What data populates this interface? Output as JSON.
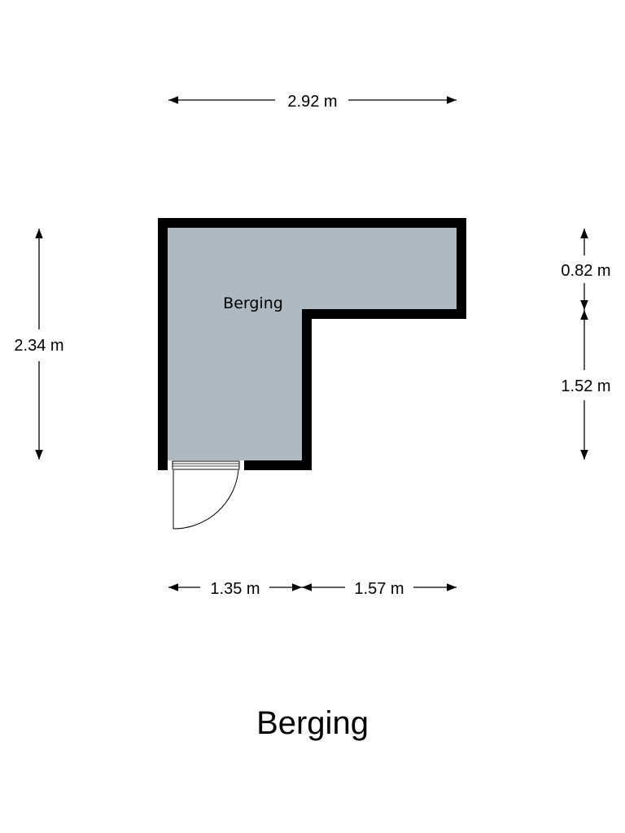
{
  "room": {
    "name": "Berging",
    "fill_color": "#aeb9c1",
    "wall_color": "#000000"
  },
  "dimensions": {
    "top_width": "2.92 m",
    "left_height": "2.34 m",
    "right_upper": "0.82 m",
    "right_lower": "1.52 m",
    "bottom_left": "1.35 m",
    "bottom_right": "1.57 m"
  },
  "title": "Berging"
}
